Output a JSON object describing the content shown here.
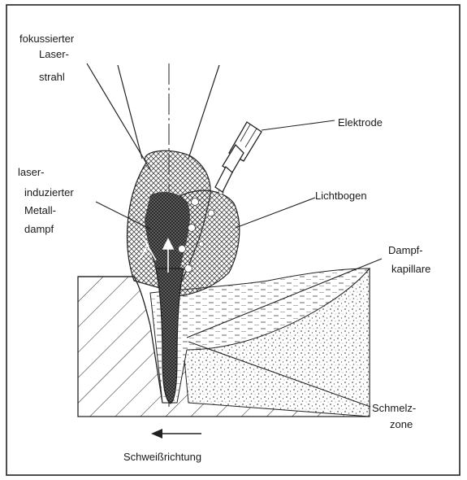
{
  "labels": {
    "laser_beam": [
      "fokussierter",
      "Laser-",
      "strahl"
    ],
    "electrode": "Elektrode",
    "metal_vapor": [
      "laser-",
      "induzierter",
      "Metall-",
      "dampf"
    ],
    "arc": "Lichtbogen",
    "keyhole": [
      "Dampf-",
      "kapillare"
    ],
    "melt_zone": [
      "Schmelz-",
      "zone"
    ],
    "direction": "Schweißrichtung"
  }
}
